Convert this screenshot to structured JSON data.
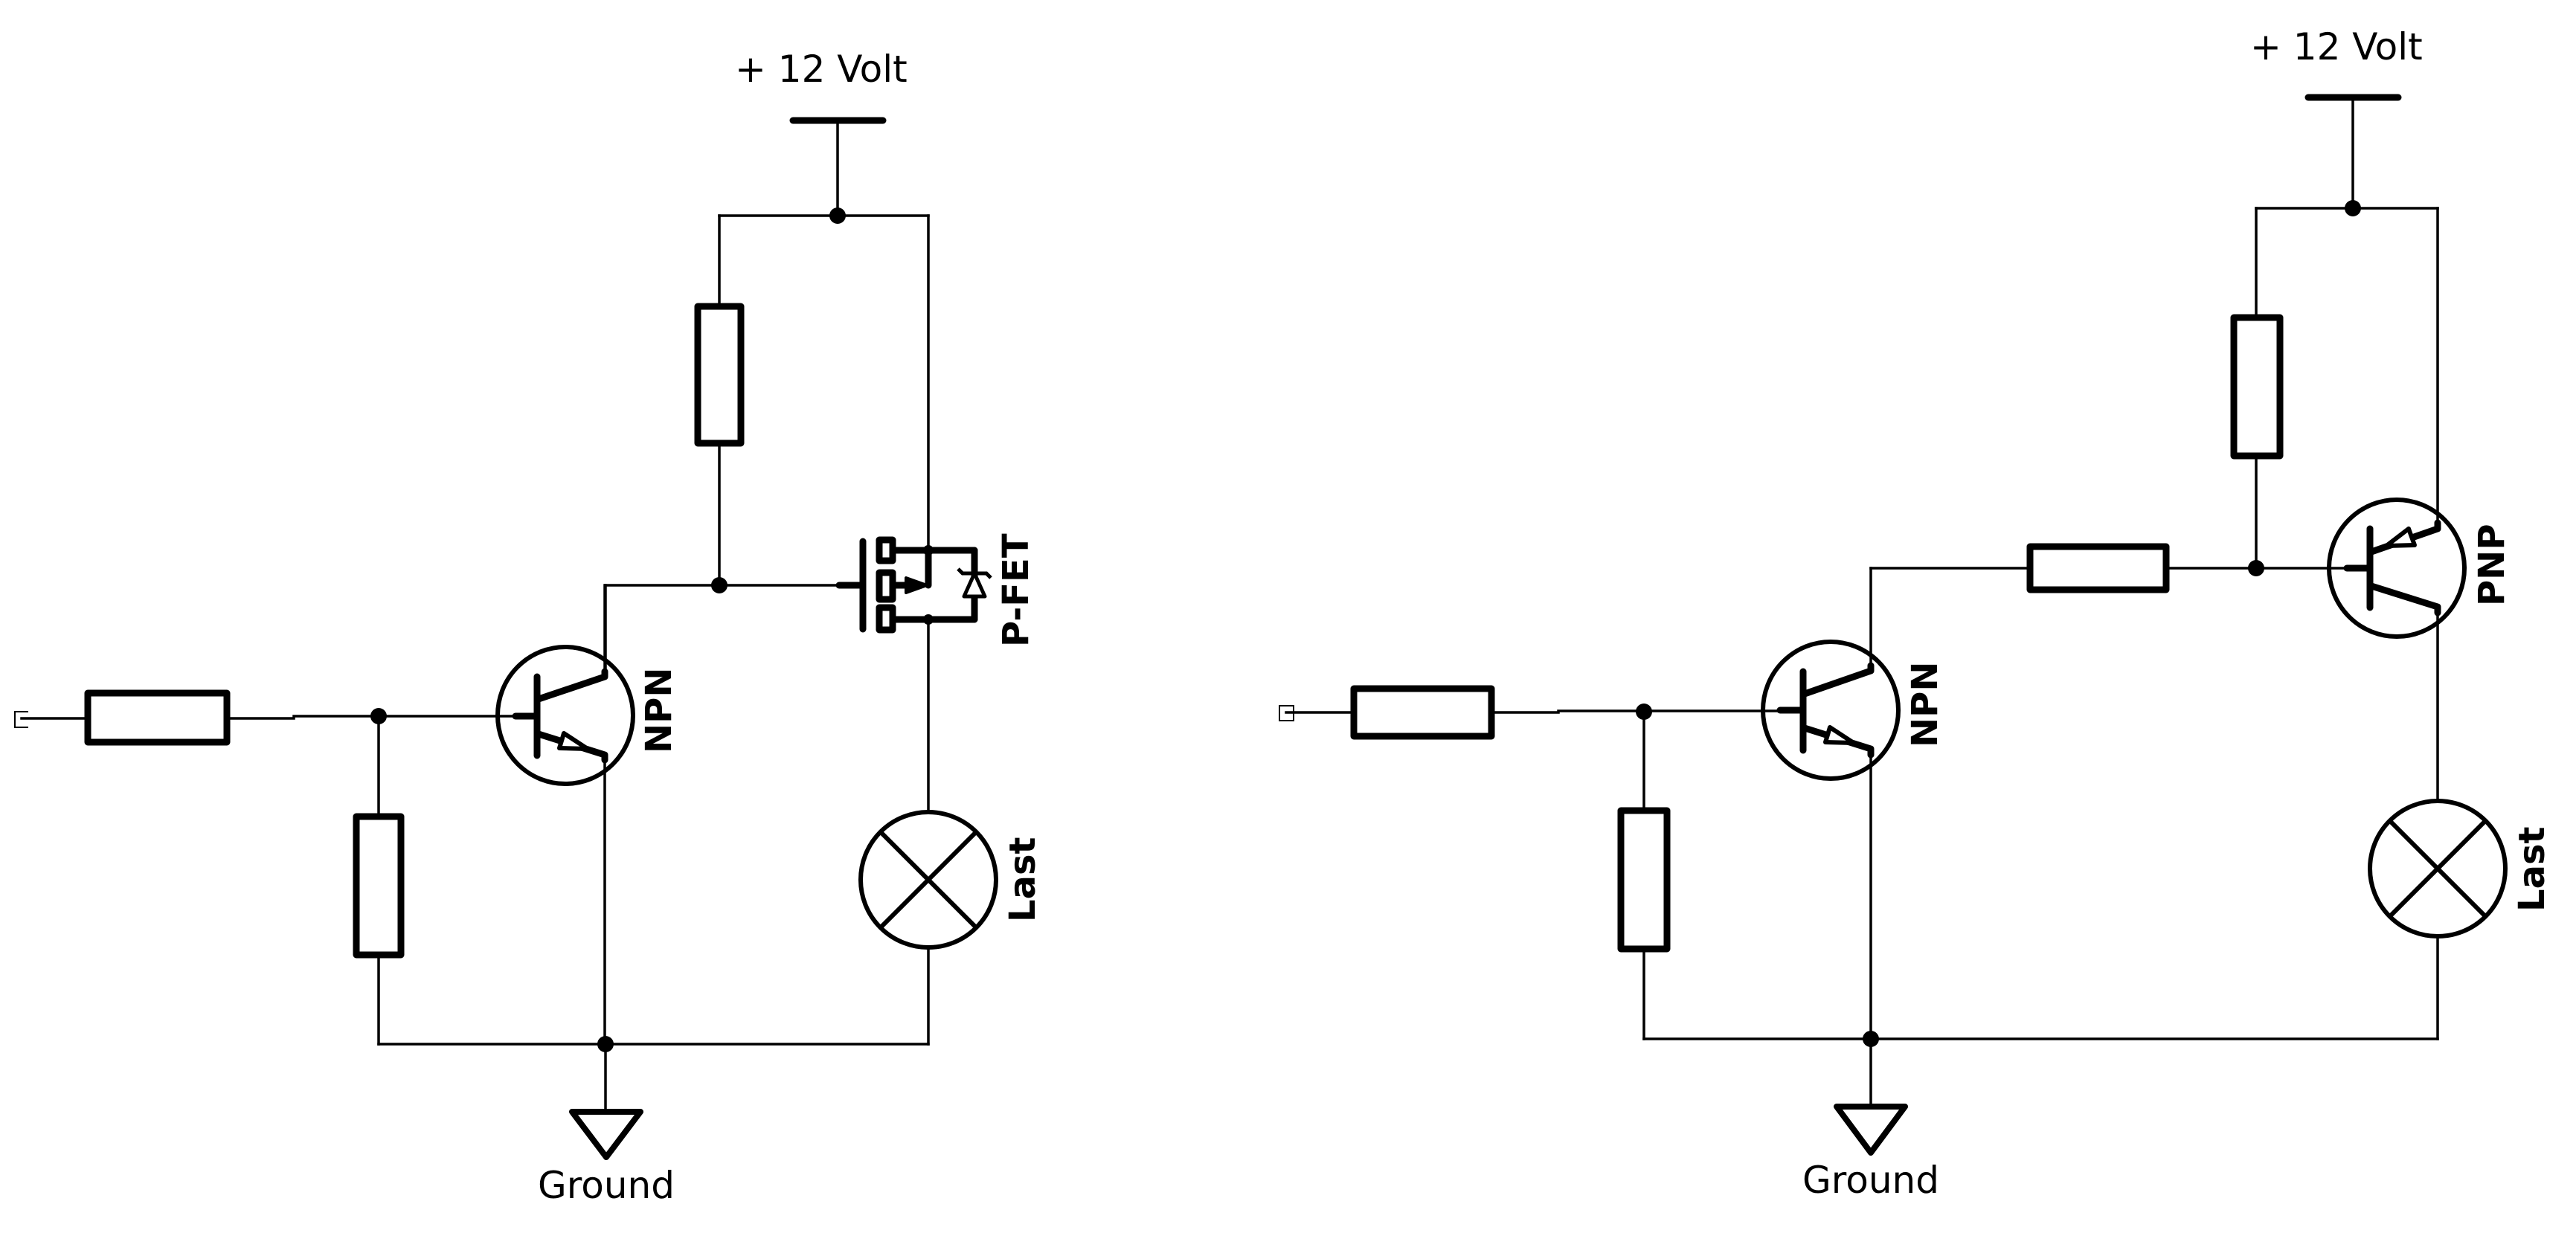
{
  "diagram": {
    "title": "Transistor switching circuits: NPN driving P-FET vs NPN driving PNP",
    "line_color": "#000000",
    "background": "#ffffff"
  },
  "left_circuit": {
    "supply_label": "+ 12 Volt",
    "ground_label": "Ground",
    "npn_label": "NPN",
    "fet_label": "P-FET",
    "load_label": "Last",
    "components": [
      "input terminal",
      "base series resistor",
      "base pull-down resistor",
      "NPN transistor",
      "gate pull-up resistor",
      "P-channel MOSFET with body diode",
      "lamp load"
    ]
  },
  "right_circuit": {
    "supply_label": "+ 12 Volt",
    "ground_label": "Ground",
    "npn_label": "NPN",
    "pnp_label": "PNP",
    "load_label": "Last",
    "components": [
      "input terminal",
      "base series resistor",
      "base pull-down resistor",
      "NPN transistor",
      "PNP base resistor",
      "PNP pull-up resistor",
      "PNP transistor",
      "lamp load"
    ]
  }
}
